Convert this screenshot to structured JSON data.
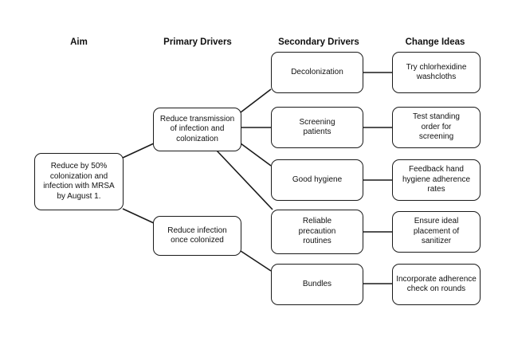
{
  "headers": {
    "aim": "Aim",
    "primary": "Primary Drivers",
    "secondary": "Secondary Drivers",
    "change": "Change Ideas"
  },
  "aim": {
    "text": "Reduce by 50% colonization and infection with MRSA by August 1."
  },
  "primary_drivers": [
    {
      "text": "Reduce transmission of infection and colonization"
    },
    {
      "text": "Reduce infection once colonized"
    }
  ],
  "secondary_drivers": [
    {
      "text": "Decolonization"
    },
    {
      "text": "Screening patients"
    },
    {
      "text": "Good hygiene"
    },
    {
      "text": "Reliable precaution routines"
    },
    {
      "text": "Bundles"
    }
  ],
  "change_ideas": [
    {
      "text": "Try chlorhexidine washcloths"
    },
    {
      "text": "Test standing order for screening"
    },
    {
      "text": "Feedback hand hygiene adherence rates"
    },
    {
      "text": "Ensure ideal placement of sanitizer"
    },
    {
      "text": "Incorporate adherence check on rounds"
    }
  ]
}
